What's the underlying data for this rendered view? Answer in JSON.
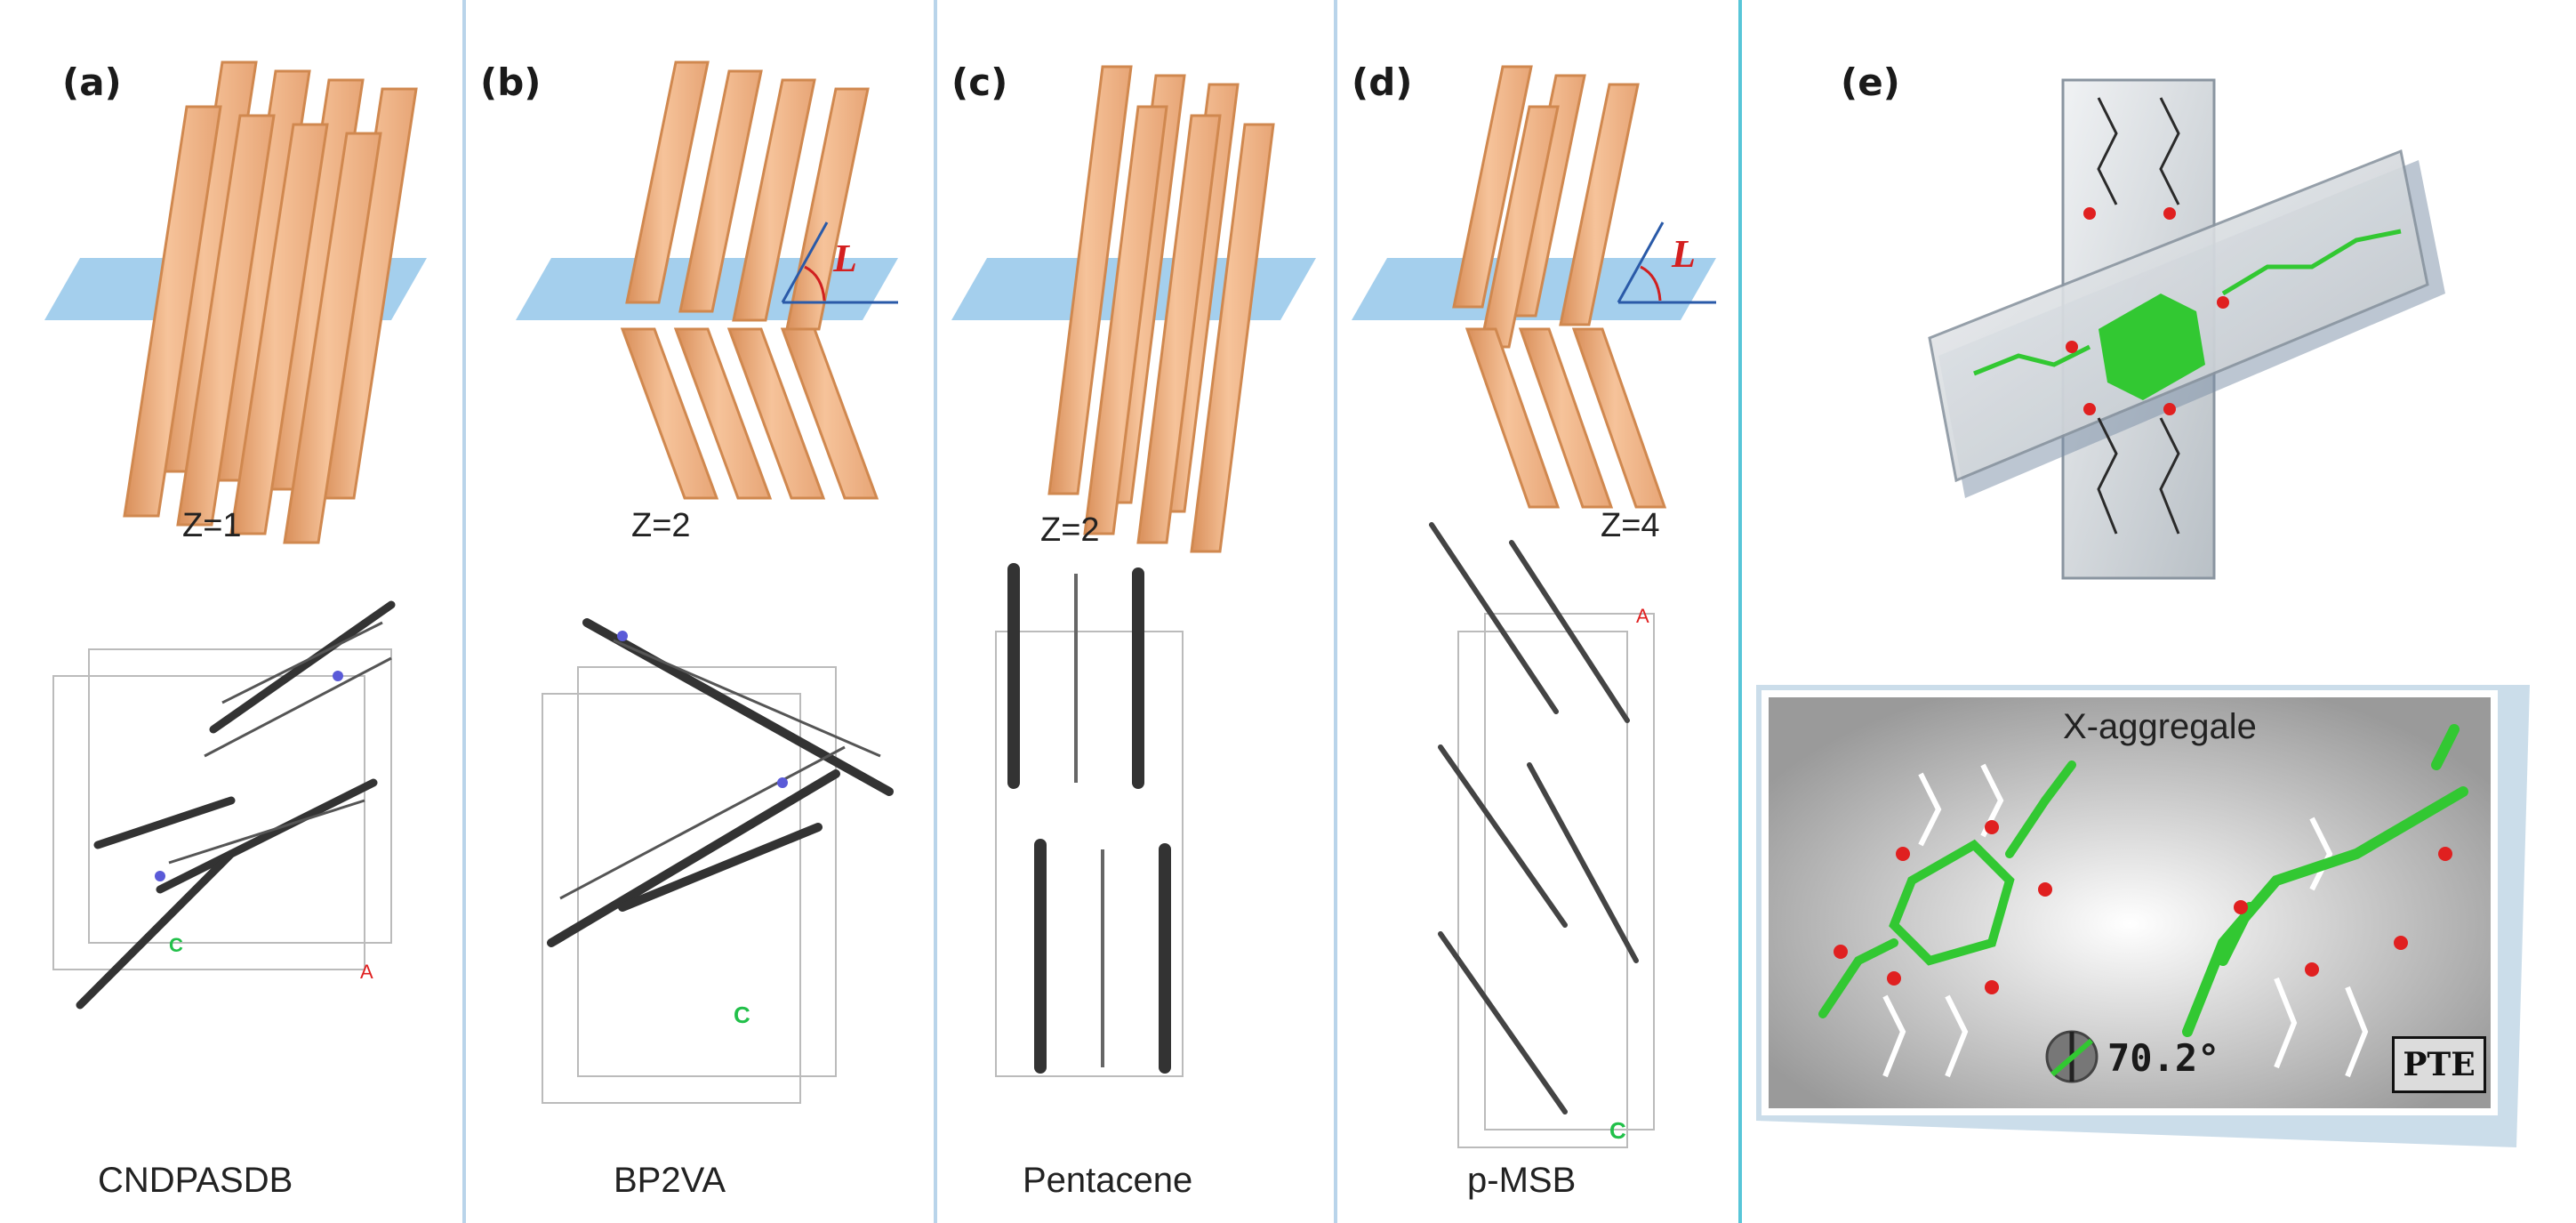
{
  "panels": [
    {
      "id": "a",
      "label": "(a)",
      "z": "Z=1",
      "name": "CNDPASDB"
    },
    {
      "id": "b",
      "label": "(b)",
      "z": "Z=2",
      "name": "BP2VA"
    },
    {
      "id": "c",
      "label": "(c)",
      "z": "Z=2",
      "name": "Pentacene"
    },
    {
      "id": "d",
      "label": "(d)",
      "z": "Z=4",
      "name": "p-MSB"
    },
    {
      "id": "e",
      "label": "(e)"
    }
  ],
  "angle_marker": "L",
  "cell_axes": {
    "c": "C",
    "a": "A"
  },
  "inset": {
    "title": "X-aggregale",
    "angle": "70.2°",
    "logo": "PTE"
  },
  "colors": {
    "rod": "#f3b88a",
    "rod_edge": "#d9935e",
    "plane": "#5aa7de",
    "divider": "#9cc3e0",
    "divider_e": "#3cc4d6",
    "green": "#32c832",
    "red": "#e02020"
  }
}
